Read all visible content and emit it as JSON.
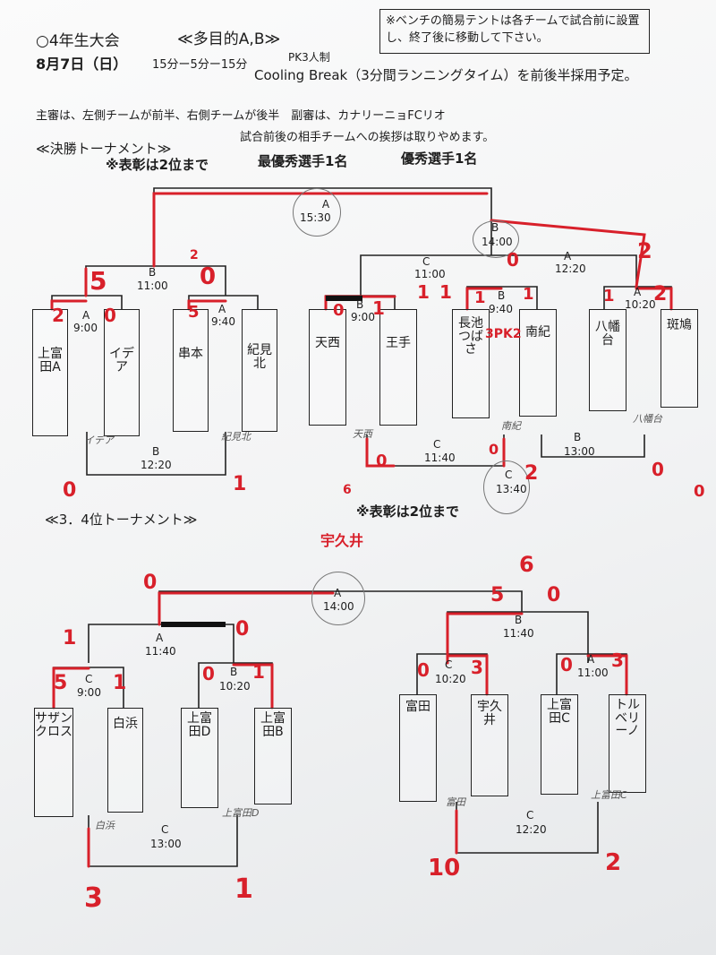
{
  "header": {
    "title": "○4年生大会",
    "subtitle": "≪多目的A,B≫",
    "date": "8月7日（日）",
    "schedule": "15分ー5分ー15分",
    "pk": "PK3人制",
    "cooling": "Cooling Break（3分間ランニングタイム）を前後半採用予定。",
    "referee": "主審は、左側チームが前半、右側チームが後半　副審は、カナリーニョFCリオ",
    "notice": "※ベンチの簡易テントは各チームで試合前に設置し、終了後に移動して下さい。"
  },
  "finals": {
    "heading": "≪決勝トーナメント≫",
    "greeting": "試合前後の相手チームへの挨拶は取りやめます。",
    "award_note": "※表彰は2位まで",
    "mvp": "最優秀選手1名",
    "excellent": "優秀選手1名",
    "teams": [
      "上富田A",
      "イデア",
      "串本",
      "紀見北",
      "天西",
      "王手",
      "長池つばさ",
      "南紀",
      "八幡台",
      "斑鳩"
    ],
    "matches": [
      {
        "court": "A",
        "time": "15:30"
      },
      {
        "court": "B",
        "time": "14:00"
      },
      {
        "court": "B",
        "time": "11:00"
      },
      {
        "court": "C",
        "time": "11:00"
      },
      {
        "court": "A",
        "time": "12:20"
      },
      {
        "court": "A",
        "time": "9:00"
      },
      {
        "court": "A",
        "time": "9:40"
      },
      {
        "court": "B",
        "time": "9:00"
      },
      {
        "court": "B",
        "time": "9:40"
      },
      {
        "court": "A",
        "time": "10:20"
      },
      {
        "court": "B",
        "time": "12:20"
      },
      {
        "court": "C",
        "time": "11:40"
      },
      {
        "court": "B",
        "time": "13:00"
      },
      {
        "court": "C",
        "time": "13:40"
      }
    ],
    "scores": [
      "5",
      "0",
      "2",
      "2",
      "0",
      "1",
      "1",
      "2",
      "1",
      "0",
      "1",
      "1",
      "1",
      "2",
      "0",
      "1",
      "0",
      "0",
      "5",
      "2",
      "0",
      "0",
      "6",
      "0"
    ],
    "pk_note": "3PK2",
    "small_labels": [
      "イデア",
      "紀見北",
      "天西",
      "南紀",
      "八幡台"
    ]
  },
  "third": {
    "heading": "≪3．4位トーナメント≫",
    "award_note": "※表彰は2位まで",
    "winner_note": "宇久井",
    "teams": [
      "サザンクロス",
      "白浜",
      "上富田D",
      "上富田B",
      "富田",
      "宇久井",
      "上富田C",
      "トルベリーノ"
    ],
    "matches": [
      {
        "court": "A",
        "time": "14:00"
      },
      {
        "court": "A",
        "time": "11:40"
      },
      {
        "court": "B",
        "time": "11:40"
      },
      {
        "court": "C",
        "time": "9:00"
      },
      {
        "court": "B",
        "time": "10:20"
      },
      {
        "court": "C",
        "time": "10:20"
      },
      {
        "court": "A",
        "time": "11:00"
      },
      {
        "court": "C",
        "time": "13:00"
      },
      {
        "court": "C",
        "time": "12:20"
      }
    ],
    "scores": [
      "0",
      "6",
      "1",
      "0",
      "5",
      "0",
      "5",
      "1",
      "0",
      "1",
      "0",
      "3",
      "0",
      "3",
      "3",
      "1",
      "10",
      "2"
    ],
    "small_labels": [
      "白浜",
      "上富田D",
      "富田",
      "上富田C"
    ]
  }
}
